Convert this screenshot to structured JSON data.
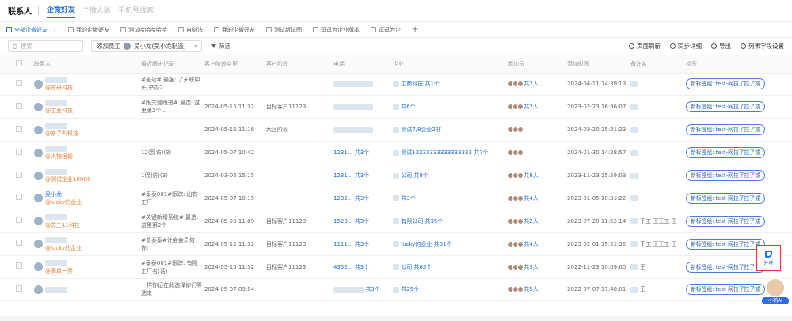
{
  "header": {
    "title": "联系人",
    "tabs": [
      {
        "label": "企微好友",
        "active": true
      },
      {
        "label": "个微人脉",
        "active": false
      },
      {
        "label": "手机号线索",
        "active": false
      }
    ]
  },
  "view_tabs": [
    {
      "label": "全部企微好友",
      "active": true
    },
    {
      "label": "我的企微好友"
    },
    {
      "label": "测试哈哈哈哈哈"
    },
    {
      "label": "自刻法"
    },
    {
      "label": "我的企微好友"
    },
    {
      "label": "测试新试图"
    },
    {
      "label": "逗逗为企业版本"
    },
    {
      "label": "逗逗为企"
    }
  ],
  "toolbar": {
    "search_placeholder": "搜索",
    "filter_label": "添加员工",
    "filter_value": "吴小龙(吴小龙制造)",
    "filter_button": "筛选",
    "tools": [
      "页面刷新",
      "同步详细",
      "导出",
      "列表字段设置"
    ]
  },
  "table": {
    "columns": [
      "联系人",
      "最近跟进记录",
      "客户阶段变更",
      "客户阶段",
      "电话",
      "企业",
      "添加员工",
      "添加时间",
      "备注名",
      "标签"
    ],
    "rows": [
      {
        "name_sub": "@苏研科技",
        "follow": "#最近# 最强: 了天联中头 举办2",
        "stage_date": "",
        "stage": "",
        "company": "工商科技",
        "company_count": "共1个",
        "staff_count": "共2人",
        "added": "2024-04-11 14:39:13",
        "tag": "新标签组: test-网拉了拉了或"
      },
      {
        "name_sub": "@工业科技",
        "follow": "#跟关键跟进# 最选: 这里第2个...",
        "stage_date": "2024-05-15 11:32",
        "stage": "目标客户11123",
        "company": "",
        "company_count": "共6个",
        "staff_count": "共2人",
        "added": "2023-02-23 16:36:07",
        "tag": "新标签组: test-网拉了拉了或"
      },
      {
        "name_sub": "@亲了叫科技",
        "follow": "",
        "stage_date": "2024-05-16 11:16",
        "stage": "大区阶段",
        "company": "测试7/8企业2非",
        "company_count": "",
        "staff_count": "",
        "added": "2024-03-20 15:21:23",
        "tag": "新标签组: test-网拉了拉了或"
      },
      {
        "name_sub": "@人物很前",
        "follow": "12(到访)(3)",
        "stage_date": "2024-05-07 10:42",
        "stage": "",
        "phone": "1231...",
        "phone_count": "共3个",
        "company": "测试12333333333333333",
        "company_count": "共7个",
        "staff_count": "",
        "added": "2024-01-30 14:28:57",
        "tag": "新标签组: test-网拉了拉了或"
      },
      {
        "name_sub": "@测试企业10086",
        "follow": "1(到访)(3)",
        "stage_date": "2024-03-06 15:15",
        "stage": "",
        "phone": "1231...",
        "phone_count": "共3个",
        "company": "公司",
        "company_count": "共8个",
        "staff_count": "共8人",
        "added": "2023-11-23 15:59:03",
        "tag": "新标签组: test-网拉了拉了或"
      },
      {
        "name": "吴小龙",
        "name_sub": "@lucky的企业",
        "follow": "#泰泰001#跟踪: 出有工厂",
        "stage_date": "2024-05-07 10:15",
        "stage": "",
        "phone": "1232...",
        "phone_count": "共3个",
        "company": "",
        "company_count": "共3个",
        "staff_count": "共4人",
        "added": "2023-01-05 10:31:22",
        "tag": "新标签组: test-网拉了拉了或"
      },
      {
        "name_sub": "@苏工11科技",
        "follow": "#关键新增系统# 最选: 这里第2个",
        "stage_date": "2024-05-20 11:09",
        "stage": "目标客户11123",
        "phone": "1523...",
        "phone_count": "共3个",
        "company": "有限公司",
        "company_count": "共35个",
        "staff_count": "共2人",
        "added": "2023-07-20 11:52:14",
        "remark": "下工 王王工 王",
        "tag": "新标签组: test-网拉了拉了或"
      },
      {
        "name_sub": "@lucky的企业",
        "follow": "#普泰泰#计会会员何你:",
        "stage_date": "2024-05-15 11:32",
        "stage": "目标客户11123",
        "phone": "1111...",
        "phone_count": "共3个",
        "company": "lucky的企业",
        "company_count": "共31个",
        "staff_count": "共4人",
        "added": "2023-02-01 15:51:35",
        "remark": "下工 王王工 王",
        "tag": "新标签组: test-网拉了拉了或"
      },
      {
        "name_sub": "@腾单一票",
        "follow": "#泰泰001#跟踪: 有限工厂名(话)",
        "stage_date": "2024-05-15 11:32",
        "stage": "目标客户11123",
        "phone": "4352...",
        "phone_count": "共3个",
        "company": "公司",
        "company_count": "共63个",
        "staff_count": "共3人",
        "added": "2022-11-23 10:09:00",
        "remark": "王",
        "tag": "新标签组: test-网拉了拉了或"
      },
      {
        "name_sub": "",
        "follow": "一样你记在此选择你们等选来一",
        "stage_date": "2024-05-07 09:54",
        "stage": "",
        "phone": "",
        "phone_count": "共3个",
        "company": "",
        "company_count": "共25个",
        "staff_count": "共5人",
        "added": "2022-07-07 17:40:01",
        "remark": "王",
        "tag": "新标签组: test-网拉了拉了或"
      }
    ]
  },
  "float": {
    "call_label": "外呼",
    "ai_label": "小鹅AI"
  }
}
